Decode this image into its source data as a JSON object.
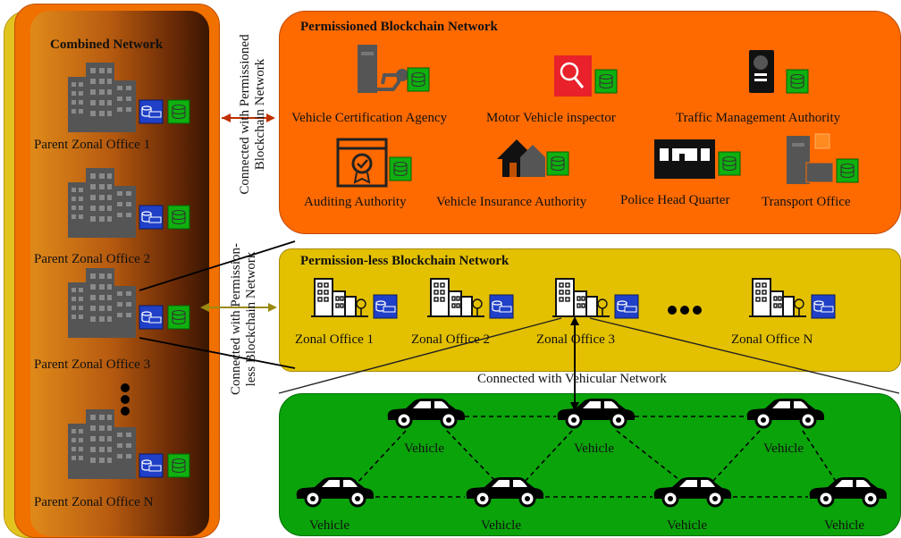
{
  "combined": {
    "title": "Combined Network",
    "offices": [
      "Parent Zonal Office 1",
      "Parent Zonal Office 2",
      "Parent Zonal Office 3",
      "Parent Zonal Office N"
    ]
  },
  "permissioned": {
    "title": "Permissioned Blockchain Network",
    "row1": [
      "Vehicle Certification Agency",
      "Motor Vehicle inspector",
      "Traffic Management Authority"
    ],
    "row2": [
      "Auditing Authority",
      "Vehicle Insurance Authority",
      "Police Head Quarter",
      "Transport Office"
    ]
  },
  "permissionless": {
    "title": "Permission-less Blockchain Network",
    "zones": [
      "Zonal Office 1",
      "Zonal Office 2",
      "Zonal Office 3",
      "Zonal Office N"
    ]
  },
  "connections": {
    "permissioned_line1": "Connected with Permissioned",
    "permissioned_line2": "Blockchain Network",
    "permissionless_line1": "Connected with Permission-",
    "permissionless_line2": "less Blockchain Network",
    "vehicular": "Connected with Vehicular Network"
  },
  "vehicle_label": "Vehicle",
  "colors": {
    "combined_outer": "#f07000",
    "combined_back": "#e3c41f",
    "permissioned": "#ff6a00",
    "permissionless": "#e3c000",
    "vehicular": "#0aa30a",
    "node_blue": "#2040c8",
    "node_green": "#0fb00f",
    "building": "#555555"
  }
}
